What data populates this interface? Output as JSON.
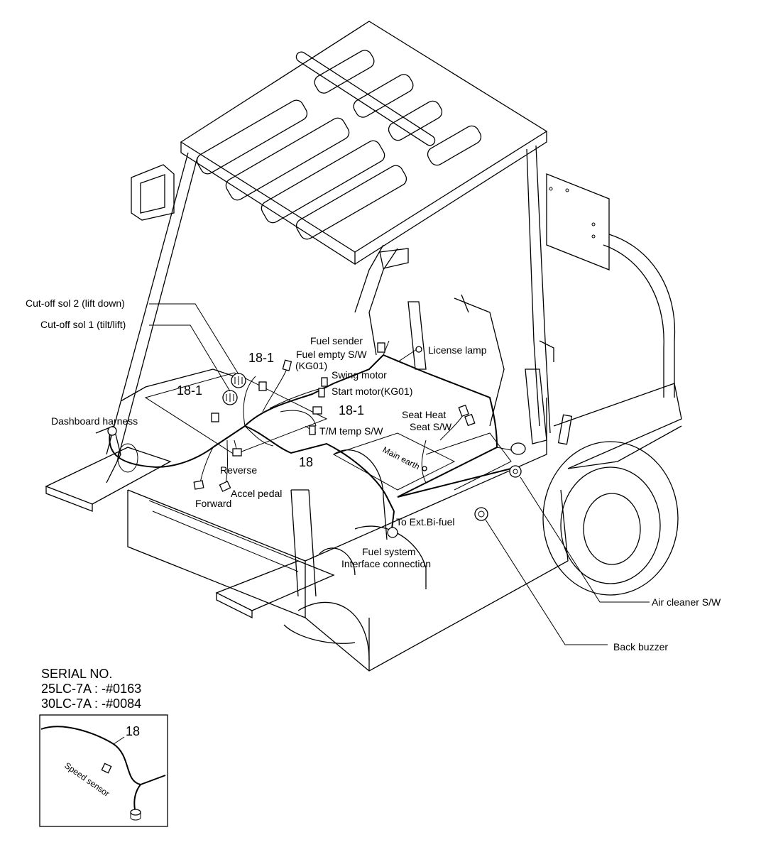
{
  "labels": {
    "cutoff2": "Cut-off sol 2 (lift down)",
    "cutoff1": "Cut-off sol 1 (tilt/lift)",
    "fuel_sender": "Fuel sender",
    "fuel_empty": "Fuel empty S/W",
    "kg01_a": "(KG01)",
    "license_lamp": "License lamp",
    "swing_motor": "Swing motor",
    "start_motor": "Start motor(KG01)",
    "dashboard_harness": "Dashboard harness",
    "tm_temp": "T/M temp S/W",
    "seat_heat": "Seat Heat",
    "seat_sw": "Seat S/W",
    "main_earth": "Main earth",
    "reverse": "Reverse",
    "accel_pedal": "Accel pedal",
    "forward": "Forward",
    "to_ext": "To Ext.Bi-fuel",
    "fuel_system": "Fuel system",
    "interface": "Interface connection",
    "air_cleaner": "Air cleaner S/W",
    "back_buzzer": "Back buzzer",
    "speed_sensor": "Speed sensor"
  },
  "numbers": {
    "n18_1_top": "18-1",
    "n18_1_left": "18-1",
    "n18_1_right": "18-1",
    "n18_main": "18",
    "n18_inset": "18"
  },
  "serial": {
    "title": "SERIAL NO.",
    "line1": "25LC-7A : -#0163",
    "line2": "30LC-7A : -#0084"
  },
  "icons": [
    "connector-icon",
    "solenoid-icon",
    "buzzer-icon",
    "switch-icon"
  ]
}
